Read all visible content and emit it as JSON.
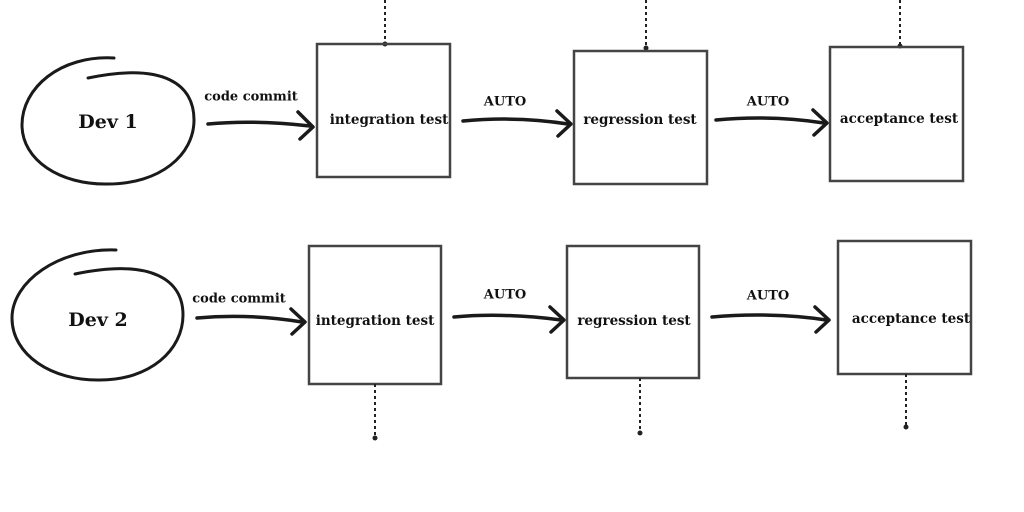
{
  "diagram": {
    "rows": [
      {
        "developer": "Dev 1",
        "commit_label": "code commit",
        "stages": [
          "integration test",
          "regression test",
          "acceptance test"
        ],
        "transition_labels": [
          "AUTO",
          "AUTO"
        ]
      },
      {
        "developer": "Dev 2",
        "commit_label": "code commit",
        "stages": [
          "integration test",
          "regression test",
          "acceptance test"
        ],
        "transition_labels": [
          "AUTO",
          "AUTO"
        ]
      }
    ]
  },
  "colors": {
    "stroke": "#1a1a1a",
    "box_stroke": "#444444",
    "text": "#111111",
    "background": "#ffffff"
  }
}
